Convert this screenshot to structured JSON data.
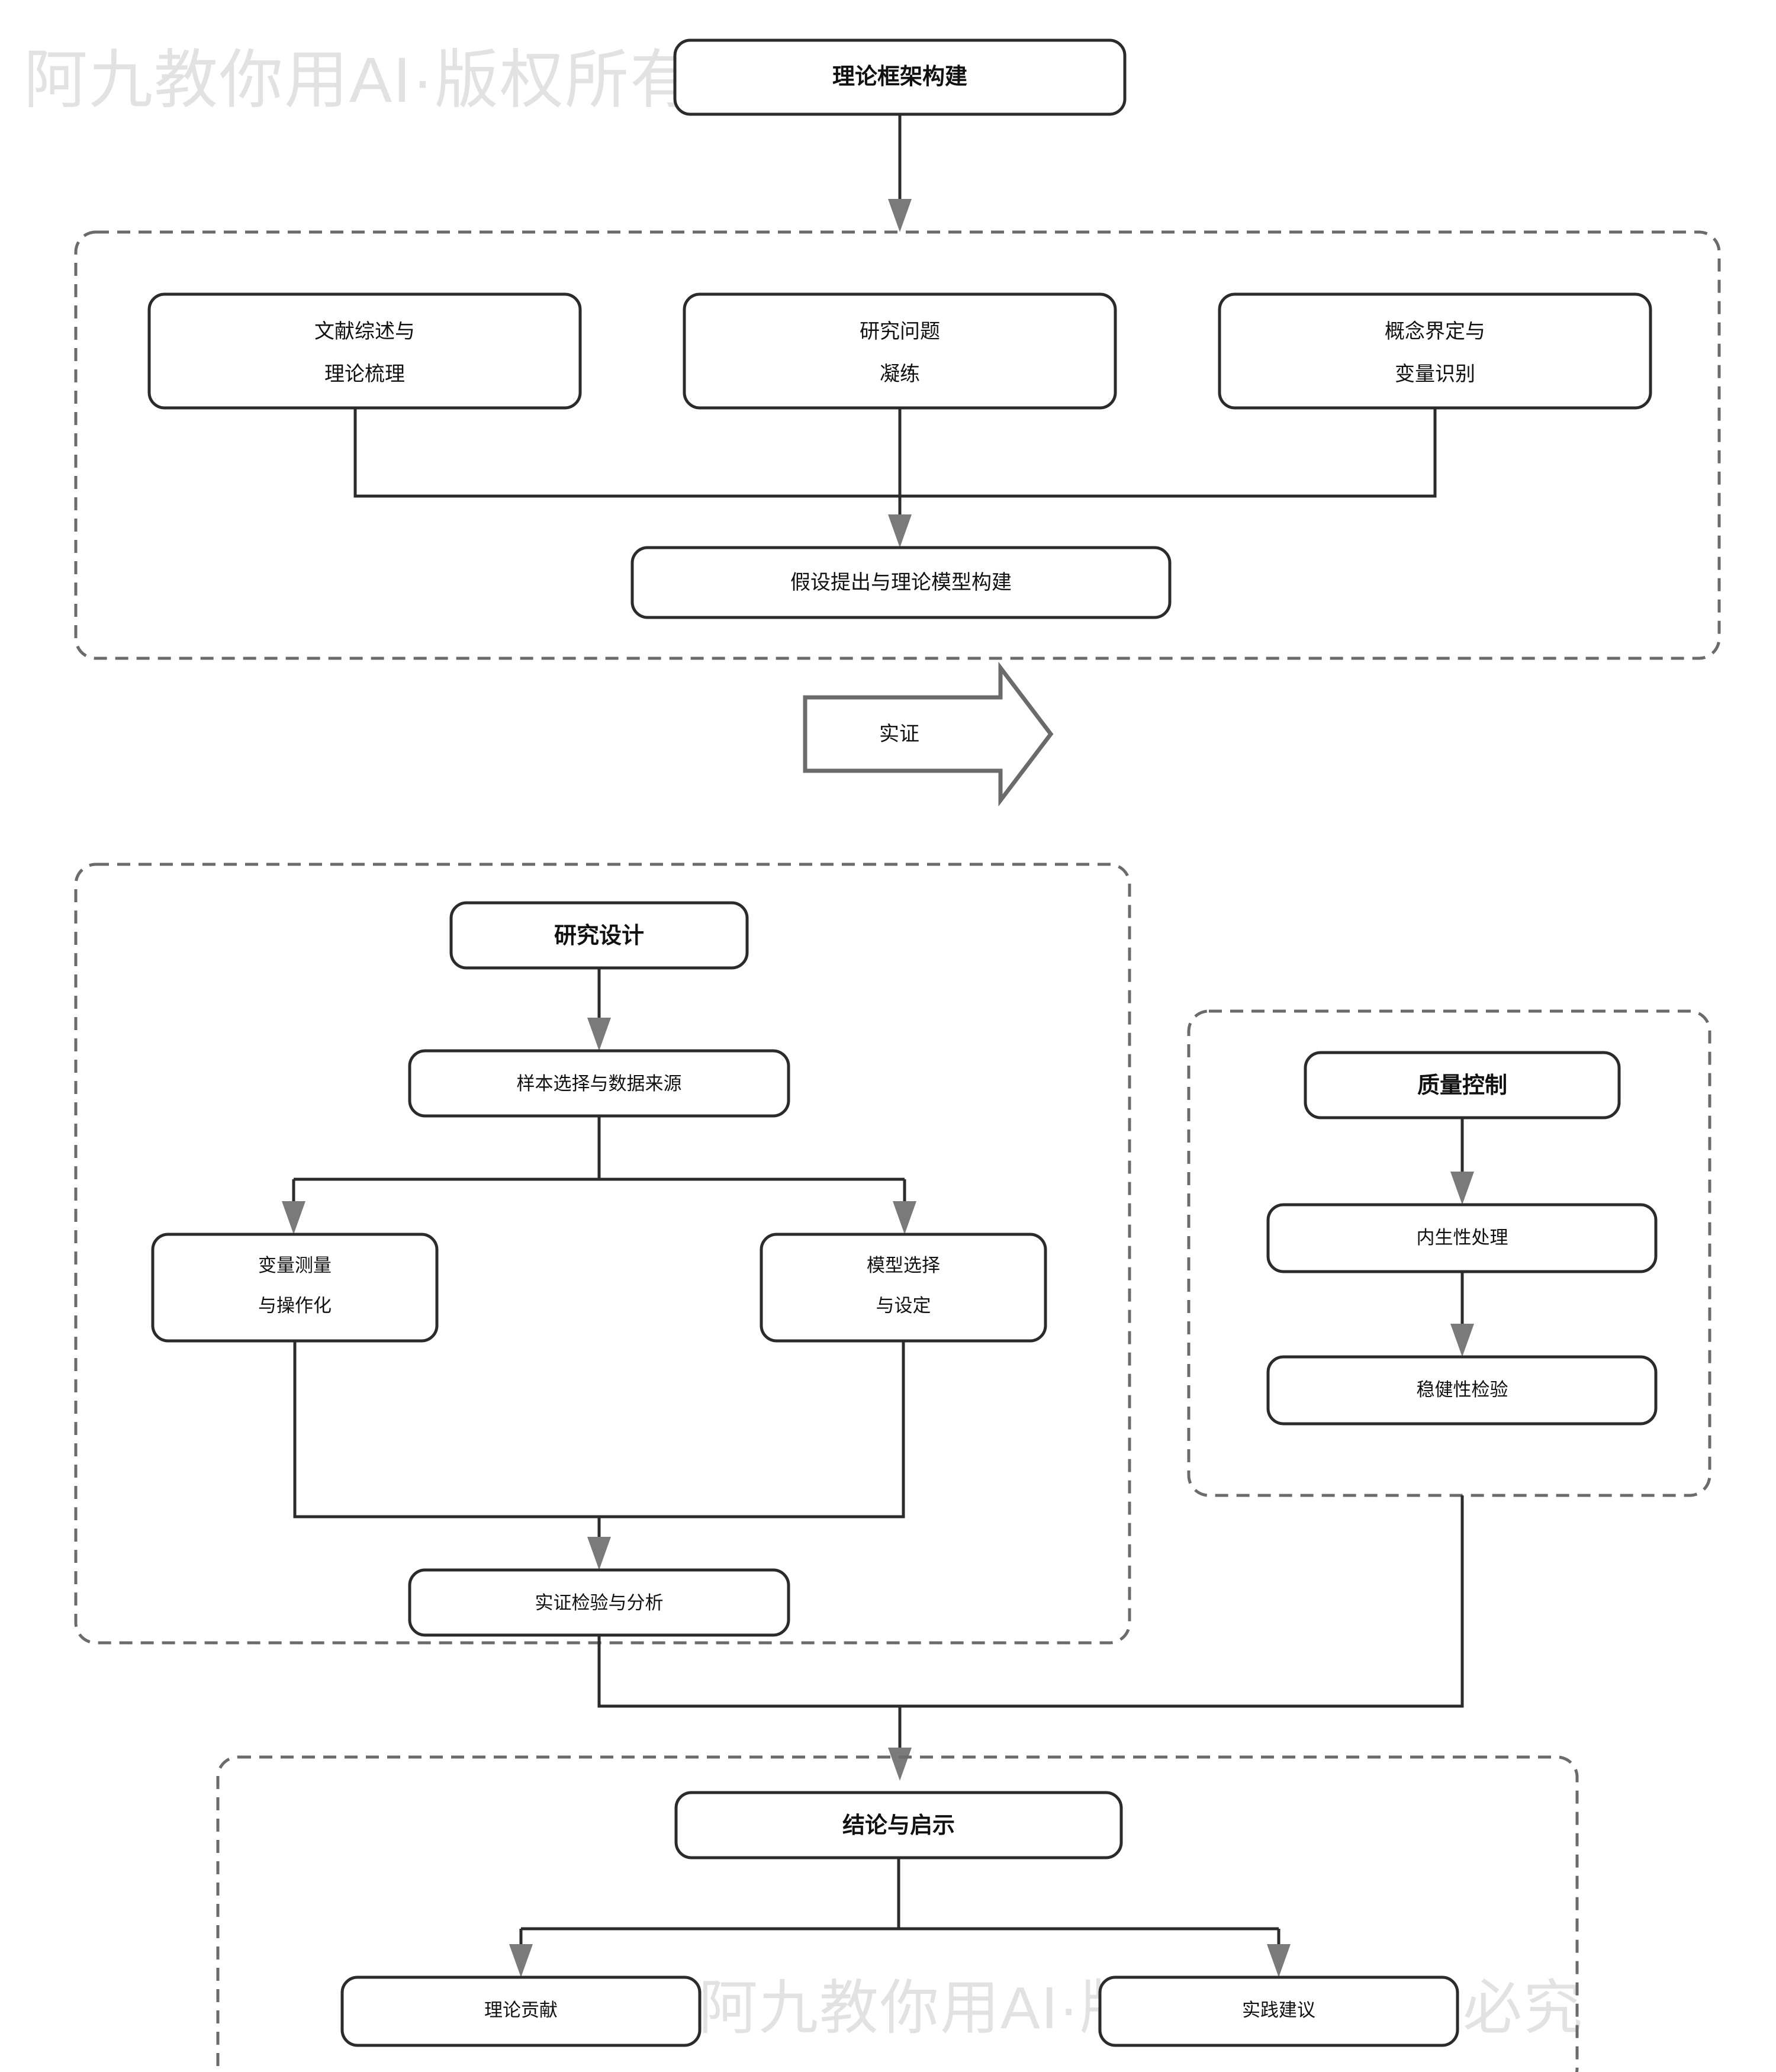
{
  "diagram": {
    "title_node": {
      "label": "理论框架构建"
    },
    "watermark": {
      "top": "阿九教你用AI·版权所有·盗用必究",
      "bottom": "阿九教你用AI·版权所有·盗用必究"
    },
    "transition_arrow": {
      "label": "实证"
    },
    "sections": {
      "theory": {
        "nodes": [
          {
            "id": "lit-review",
            "line1": "文献综述与",
            "line2": "理论梳理"
          },
          {
            "id": "research-q",
            "line1": "研究问题",
            "line2": "凝练"
          },
          {
            "id": "concept-var",
            "line1": "概念界定与",
            "line2": "变量识别"
          }
        ],
        "merge_node": {
          "label": "假设提出与理论模型构建"
        }
      },
      "research_design": {
        "header": {
          "label": "研究设计"
        },
        "sample": {
          "label": "样本选择与数据来源"
        },
        "branches": [
          {
            "id": "variable-measure",
            "line1": "变量测量",
            "line2": "与操作化"
          },
          {
            "id": "model-selection",
            "line1": "模型选择",
            "line2": "与设定"
          }
        ],
        "analysis": {
          "label": "实证检验与分析"
        }
      },
      "quality_control": {
        "header": {
          "label": "质量控制"
        },
        "nodes": [
          {
            "id": "endogeneity",
            "label": "内生性处理"
          },
          {
            "id": "robustness",
            "label": "稳健性检验"
          }
        ]
      },
      "conclusion": {
        "header": {
          "label": "结论与启示"
        },
        "nodes": [
          {
            "id": "theory-contribution",
            "label": "理论贡献"
          },
          {
            "id": "practice-suggestion",
            "label": "实践建议"
          }
        ]
      }
    },
    "colors": {
      "node_stroke": "#2b2b2b",
      "group_stroke": "#6b6b6b",
      "arrow_head": "#7a7a7a",
      "text": "#111111",
      "watermark": "#e2e2e2",
      "background": "#ffffff"
    }
  }
}
